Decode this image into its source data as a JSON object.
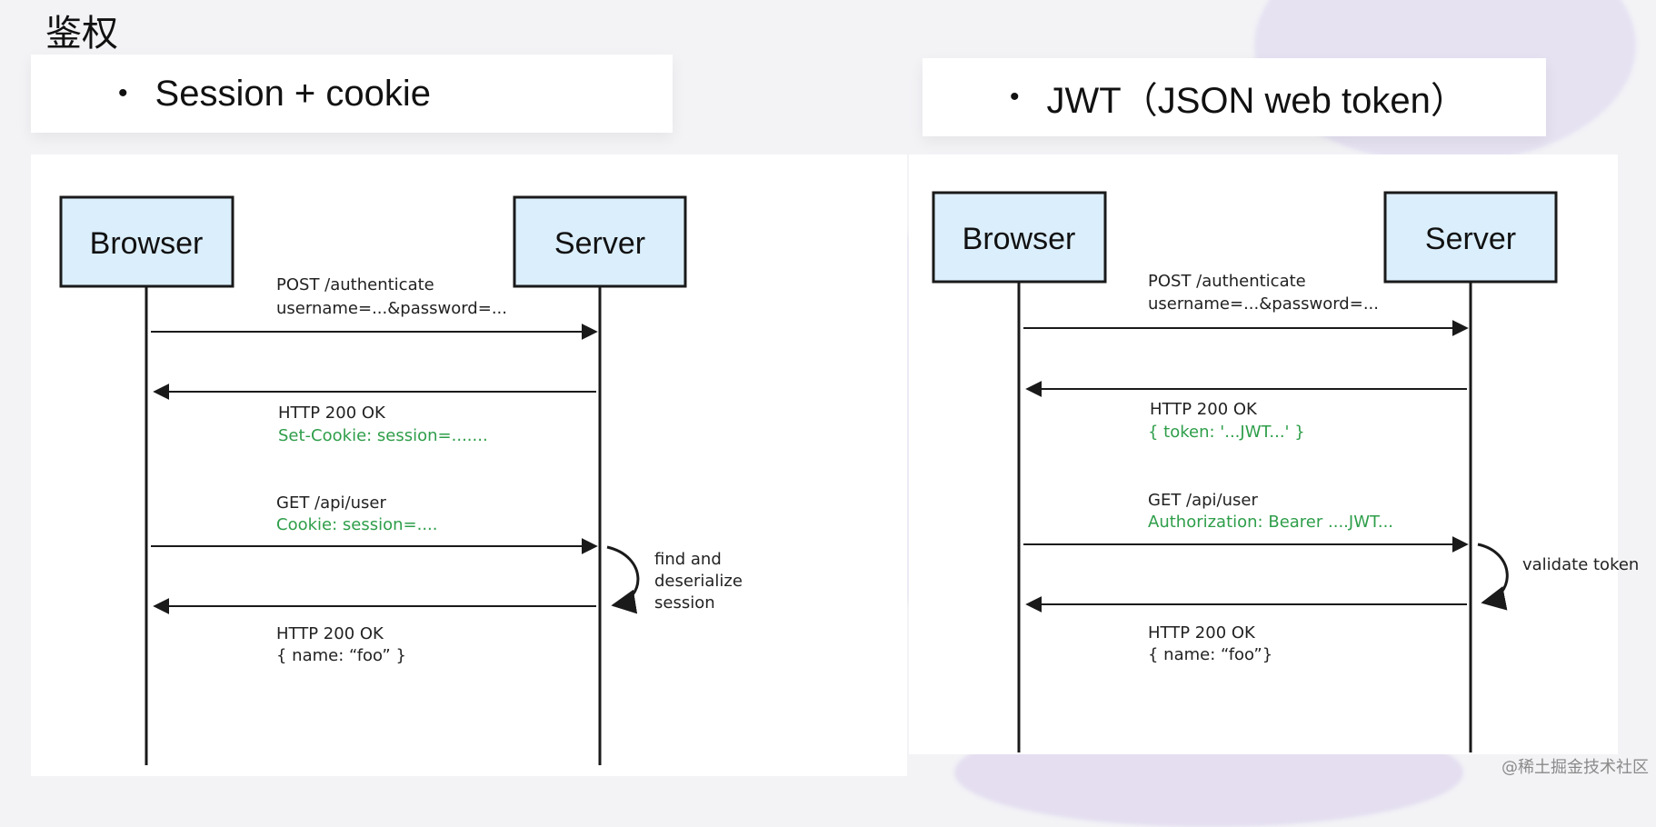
{
  "page": {
    "title": "鉴权"
  },
  "bullets": {
    "left": "Session + cookie",
    "right": "JWT（JSON web token）"
  },
  "session_diagram": {
    "browser_label": "Browser",
    "server_label": "Server",
    "messages": [
      {
        "line1": "POST /authenticate",
        "line2": "username=...&password=..."
      },
      {
        "line1": "HTTP 200 OK",
        "line2": "Set-Cookie: session=......."
      },
      {
        "line1": "GET /api/user",
        "line2": "Cookie: session=...."
      },
      {
        "line1": "HTTP 200 OK",
        "line2": "{  name: “foo” }"
      }
    ],
    "note": [
      "find and",
      "deserialize",
      "session"
    ]
  },
  "jwt_diagram": {
    "browser_label": "Browser",
    "server_label": "Server",
    "messages": [
      {
        "line1": "POST /authenticate",
        "line2": "username=...&password=..."
      },
      {
        "line1": "HTTP 200 OK",
        "line2": "{ token: '...JWT...' }"
      },
      {
        "line1": "GET /api/user",
        "line2": "Authorization: Bearer ....JWT..."
      },
      {
        "line1": "HTTP 200 OK",
        "line2": "{ name: “foo”}"
      }
    ],
    "note": [
      "validate token"
    ]
  },
  "colors": {
    "box_fill": "#dbeefc",
    "green": "#2e9e4a",
    "line": "#1a1a1a"
  },
  "watermark": "@稀土掘金技术社区"
}
